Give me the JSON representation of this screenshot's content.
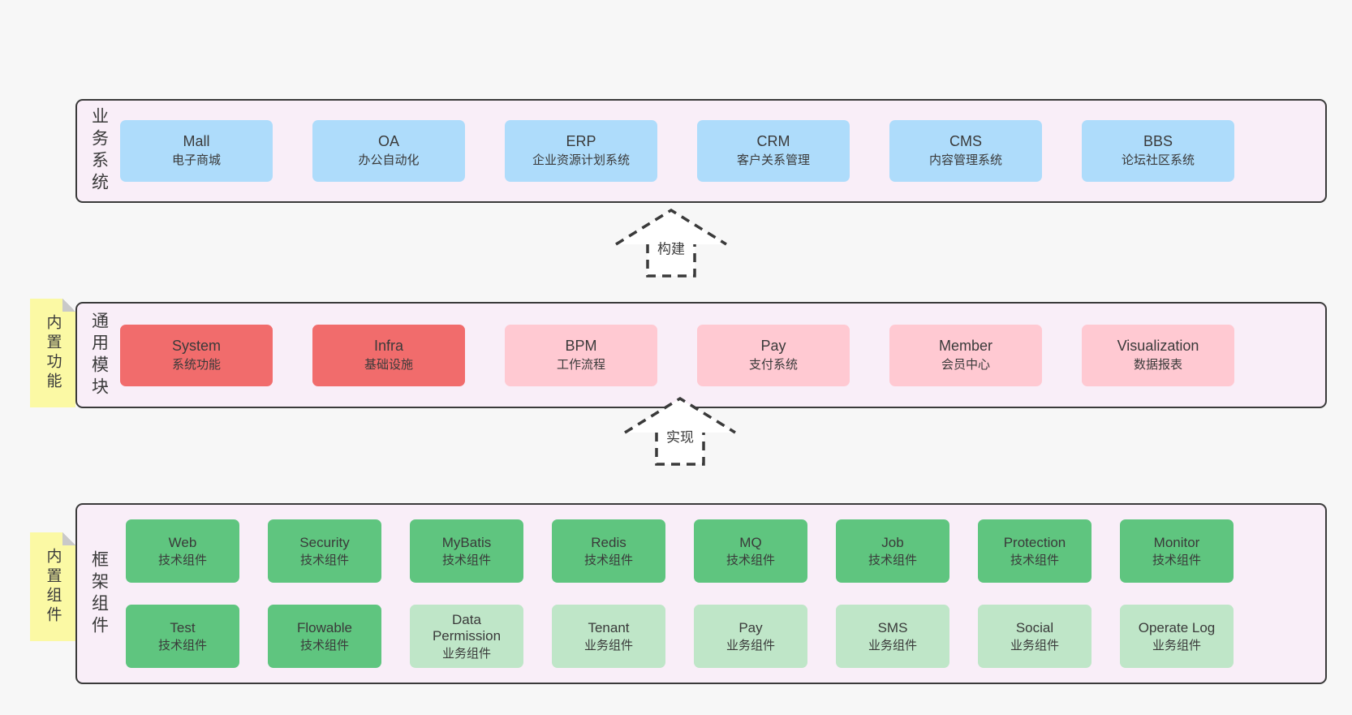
{
  "colors": {
    "page_bg": "#f7f7f7",
    "panel": "#f9eef8",
    "panel_border": "#3a3a3a",
    "blue": "#aedcfb",
    "red": "#f16c6c",
    "pink": "#ffc9d2",
    "green": "#5fc57f",
    "green_light": "#bfe6c8",
    "yellow": "#fbf9a4",
    "fold": "#c9c9c9",
    "text": "#3a3a3a",
    "arrow": "#3a3a3a"
  },
  "business": {
    "label": "业务系统",
    "boxes": [
      {
        "name": "Mall",
        "desc": "电子商城"
      },
      {
        "name": "OA",
        "desc": "办公自动化"
      },
      {
        "name": "ERP",
        "desc": "企业资源计划系统"
      },
      {
        "name": "CRM",
        "desc": "客户关系管理"
      },
      {
        "name": "CMS",
        "desc": "内容管理系统"
      },
      {
        "name": "BBS",
        "desc": "论坛社区系统"
      }
    ]
  },
  "modules": {
    "label": "通用模块",
    "tag": "内置功能",
    "boxes": [
      {
        "name": "System",
        "desc": "系统功能"
      },
      {
        "name": "Infra",
        "desc": "基础设施"
      },
      {
        "name": "BPM",
        "desc": "工作流程"
      },
      {
        "name": "Pay",
        "desc": "支付系统"
      },
      {
        "name": "Member",
        "desc": "会员中心"
      },
      {
        "name": "Visualization",
        "desc": "数据报表"
      }
    ]
  },
  "framework": {
    "label": "框架组件",
    "tag": "内置组件",
    "row1": [
      {
        "name": "Web",
        "desc": "技术组件"
      },
      {
        "name": "Security",
        "desc": "技术组件"
      },
      {
        "name": "MyBatis",
        "desc": "技术组件"
      },
      {
        "name": "Redis",
        "desc": "技术组件"
      },
      {
        "name": "MQ",
        "desc": "技术组件"
      },
      {
        "name": "Job",
        "desc": "技术组件"
      },
      {
        "name": "Protection",
        "desc": "技术组件"
      },
      {
        "name": "Monitor",
        "desc": "技术组件"
      }
    ],
    "row2": [
      {
        "name": "Test",
        "desc": "技术组件"
      },
      {
        "name": "Flowable",
        "desc": "技术组件"
      },
      {
        "name": "Data Permission",
        "desc": "业务组件"
      },
      {
        "name": "Tenant",
        "desc": "业务组件"
      },
      {
        "name": "Pay",
        "desc": "业务组件"
      },
      {
        "name": "SMS",
        "desc": "业务组件"
      },
      {
        "name": "Social",
        "desc": "业务组件"
      },
      {
        "name": "Operate Log",
        "desc": "业务组件"
      }
    ]
  },
  "arrows": {
    "build": "构建",
    "implement": "实现"
  }
}
